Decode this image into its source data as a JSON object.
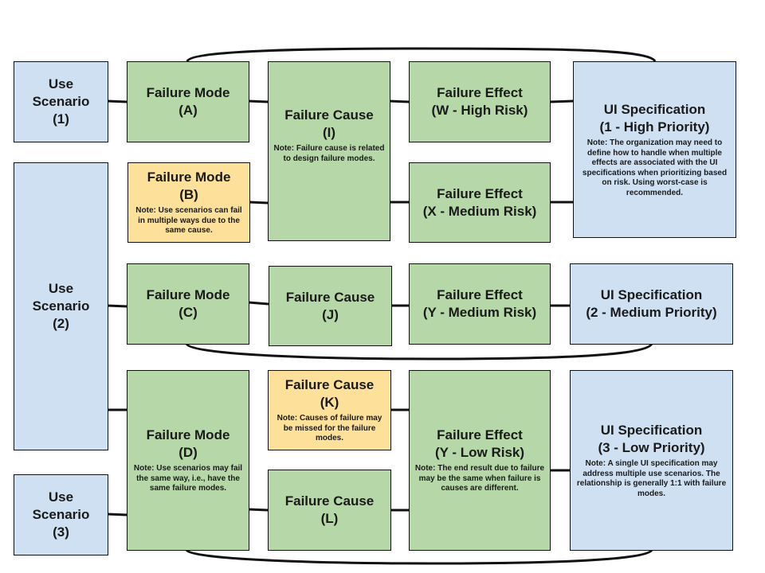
{
  "use_scenarios": [
    {
      "id": "us1",
      "title": "Use\nScenario\n(1)"
    },
    {
      "id": "us2",
      "title": "Use\nScenario\n(2)"
    },
    {
      "id": "us3",
      "title": "Use\nScenario\n(3)"
    }
  ],
  "failure_modes": [
    {
      "id": "fmA",
      "title": "Failure Mode\n(A)",
      "note": ""
    },
    {
      "id": "fmB",
      "title": "Failure Mode\n(B)",
      "note": "Note: Use scenarios can fail in multiple ways due to the same cause."
    },
    {
      "id": "fmC",
      "title": "Failure Mode\n(C)",
      "note": ""
    },
    {
      "id": "fmD",
      "title": "Failure Mode\n(D)",
      "note": "Note: Use scenarios may fail the same way, i.e., have the same failure modes."
    }
  ],
  "failure_causes": [
    {
      "id": "fcI",
      "title": "Failure Cause\n(I)",
      "note": "Note: Failure cause is related to design failure modes."
    },
    {
      "id": "fcJ",
      "title": "Failure Cause\n(J)",
      "note": ""
    },
    {
      "id": "fcK",
      "title": "Failure Cause\n(K)",
      "note": "Note: Causes of failure may be missed for the failure modes."
    },
    {
      "id": "fcL",
      "title": "Failure Cause\n(L)",
      "note": ""
    }
  ],
  "failure_effects": [
    {
      "id": "feW",
      "title": "Failure Effect\n(W - High Risk)",
      "note": ""
    },
    {
      "id": "feX",
      "title": "Failure Effect\n(X - Medium Risk)",
      "note": ""
    },
    {
      "id": "feY",
      "title": "Failure Effect\n(Y - Medium Risk)",
      "note": ""
    },
    {
      "id": "feYL",
      "title": "Failure Effect\n(Y - Low Risk)",
      "note": "Note: The end result due to failure may be the same when failure is causes are different."
    }
  ],
  "ui_specifications": [
    {
      "id": "ui1",
      "title": "UI Specification\n(1 - High Priority)",
      "note": "Note: The organization may need to define how to handle when  multiple effects are associated with the UI specifications when prioritizing based on risk. Using worst-case is recommended."
    },
    {
      "id": "ui2",
      "title": "UI Specification\n(2 - Medium Priority)",
      "note": ""
    },
    {
      "id": "ui3",
      "title": "UI Specification\n(3 - Low Priority)",
      "note": "Note: A single UI specification may address multiple use scenarios. The relationship is generally 1:1 with failure modes."
    }
  ],
  "colors": {
    "use_scenario": "#cfe0f3",
    "ui_specification": "#cfe0f3",
    "standard": "#b6d7a8",
    "highlight": "#fde19a",
    "line": "#111111"
  }
}
